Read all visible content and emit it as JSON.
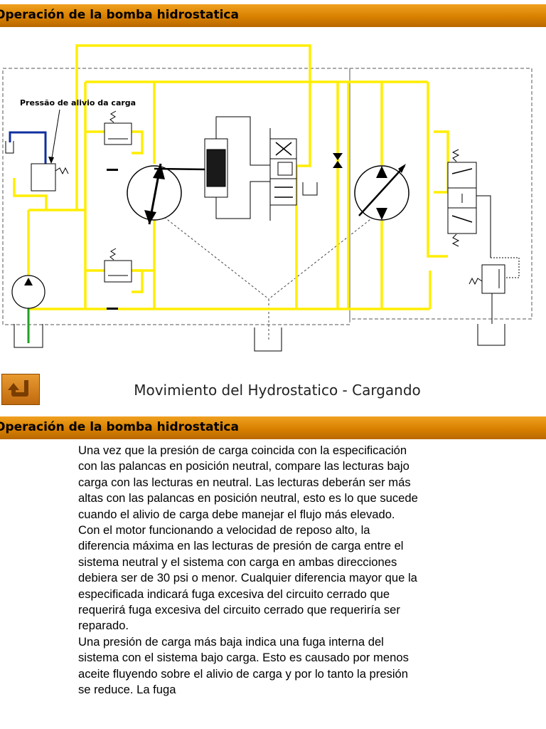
{
  "header": {
    "title": "Operación de la bomba hidrostatica"
  },
  "diagram": {
    "label_charge_relief": "Pressão de alivio da carga"
  },
  "nav": {
    "back_icon": "return-arrow-icon"
  },
  "caption": "Movimiento del Hydrostatico - Cargando",
  "section": {
    "title": "Operación de la bomba hidrostatica"
  },
  "body": {
    "paragraph_1": "Una vez que la presión de carga coincida con la especificación con las palancas en posición neutral, compare las lecturas bajo carga con las lecturas en neutral. Las lecturas deberán ser más altas con las palancas en posición neutral, esto es lo que sucede cuando el alivio de carga debe manejar el flujo más elevado. Con el motor funcionando a velocidad de reposo alto, la diferencia máxima en las lecturas de presión de carga entre el sistema neutral y el sistema con carga en ambas direcciones debiera ser de 30 psi o menor. Cualquier diferencia mayor que la especificada indicará fuga excesiva del circuito cerrado que requerirá fuga excesiva del circuito cerrado que requeriría ser reparado.",
    "paragraph_2": "Una presión de carga más baja indica una fuga interna del sistema con el sistema bajo carga. Esto es causado por menos aceite fluyendo sobre el alivio de carga y por lo tanto la presión se reduce. La fuga"
  },
  "colors": {
    "line_yellow": "#ffee00",
    "line_blue": "#1030a0",
    "line_green": "#20a020",
    "header_orange": "#e08a10"
  }
}
